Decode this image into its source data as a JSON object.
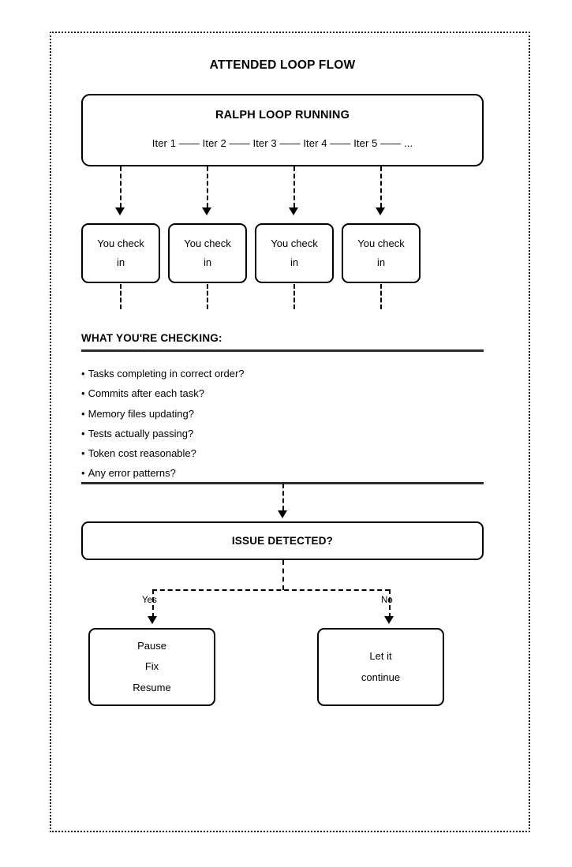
{
  "diagram": {
    "title": "ATTENDED LOOP FLOW",
    "loop_box": {
      "title": "RALPH LOOP RUNNING",
      "iterations_line": "Iter 1 —— Iter 2 —— Iter 3 —— Iter 4 —— Iter 5 —— ..."
    },
    "check_boxes": [
      {
        "line1": "You check",
        "line2": "in"
      },
      {
        "line1": "You check",
        "line2": "in"
      },
      {
        "line1": "You check",
        "line2": "in"
      },
      {
        "line1": "You check",
        "line2": "in"
      }
    ],
    "checklist": {
      "heading": "WHAT YOU'RE CHECKING:",
      "bullet_glyph": "•",
      "items": [
        "Tasks completing in correct order?",
        "Commits after each task?",
        "Memory files updating?",
        "Tests actually passing?",
        "Token cost reasonable?",
        "Any error patterns?"
      ]
    },
    "decision": {
      "label": "ISSUE DETECTED?",
      "yes_label": "Yes",
      "no_label": "No"
    },
    "outcomes": {
      "yes_branch": {
        "line1": "Pause",
        "line2": "Fix",
        "line3": "Resume"
      },
      "no_branch": {
        "line1": "Let it",
        "line2": "continue"
      }
    },
    "colors": {
      "stroke": "#000000",
      "rule": "#2c2c2c",
      "background": "#ffffff",
      "frame": "#111111"
    }
  }
}
